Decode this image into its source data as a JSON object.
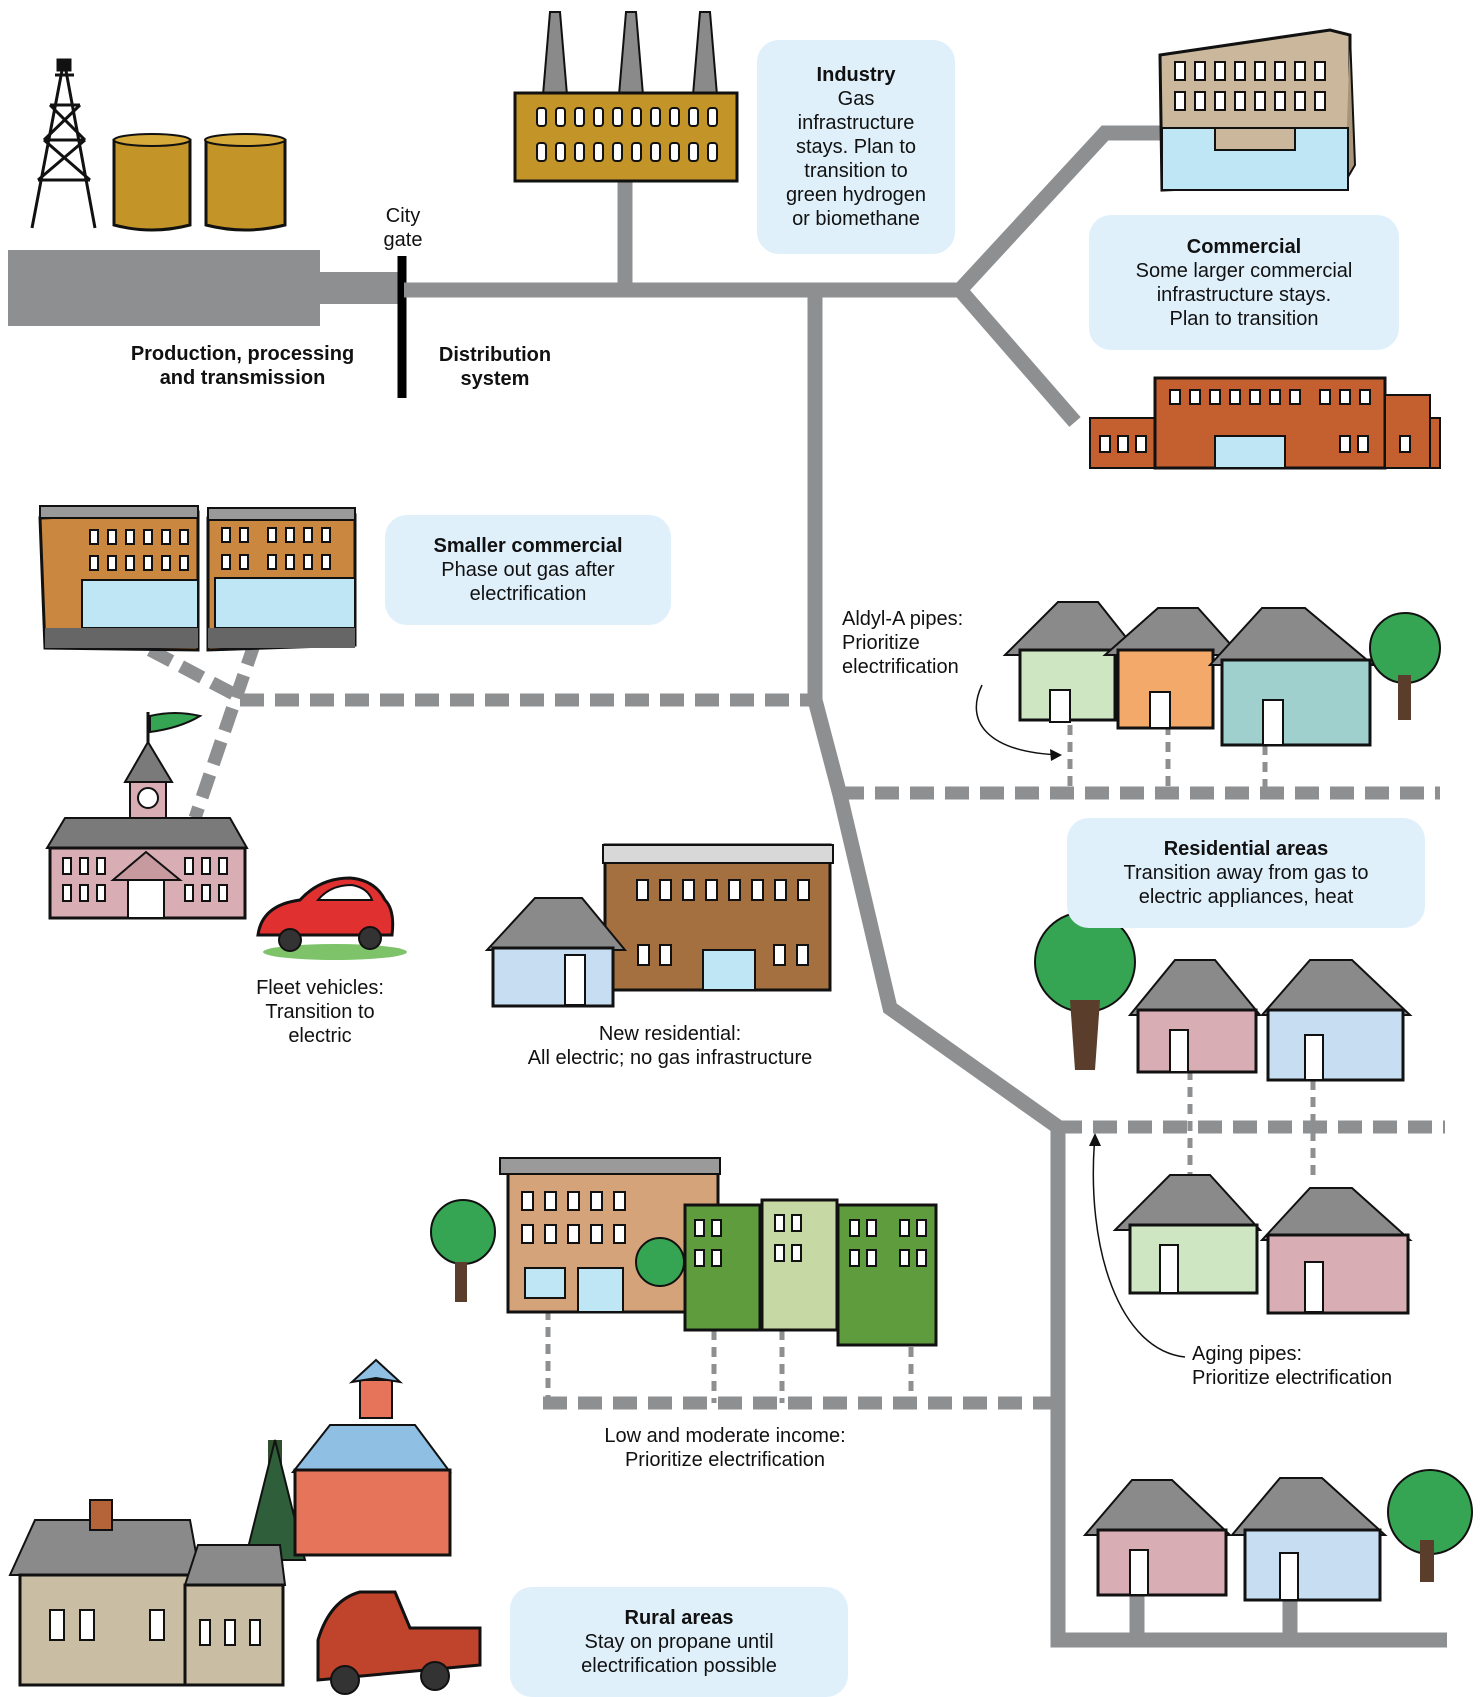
{
  "labels": {
    "city_gate": [
      "City",
      "gate"
    ],
    "production": [
      "Production, processing",
      "and transmission"
    ],
    "distribution": [
      "Distribution",
      "system"
    ],
    "aldyl": [
      "Aldyl-A pipes:",
      "Prioritize",
      "electrification"
    ],
    "fleet": [
      "Fleet vehicles:",
      "Transition to",
      "electric"
    ],
    "new_residential": [
      "New residential:",
      "All electric; no gas infrastructure"
    ],
    "low_income": [
      "Low and moderate income:",
      "Prioritize electrification"
    ],
    "aging_pipes": [
      "Aging pipes:",
      "Prioritize electrification"
    ]
  },
  "callouts": {
    "industry": {
      "title": "Industry",
      "lines": [
        "Gas",
        "infrastructure",
        "stays. Plan to",
        "transition to",
        "green hydrogen",
        "or biomethane"
      ]
    },
    "commercial": {
      "title": "Commercial",
      "lines": [
        "Some larger commercial",
        "infrastructure stays.",
        "Plan to transition"
      ]
    },
    "smaller_commercial": {
      "title": "Smaller commercial",
      "lines": [
        "Phase out gas after",
        "electrification"
      ]
    },
    "residential": {
      "title": "Residential areas",
      "lines": [
        "Transition away from gas to",
        "electric appliances, heat"
      ]
    },
    "rural": {
      "title": "Rural areas",
      "lines": [
        "Stay on propane until",
        "electrification possible"
      ]
    }
  },
  "colors": {
    "pipe": "#8e8f91",
    "callout_bg": "#dff0fb",
    "tank": "#c39528",
    "brick": "#c4602f",
    "house_green": "#cfe6c3",
    "house_orange": "#f3a96a",
    "house_teal": "#9fd0cd",
    "house_pink": "#d8aeb4",
    "house_blue": "#c7def2",
    "roof": "#8a8a8a",
    "tree": "#36a553",
    "glass": "#bfe6f4"
  }
}
